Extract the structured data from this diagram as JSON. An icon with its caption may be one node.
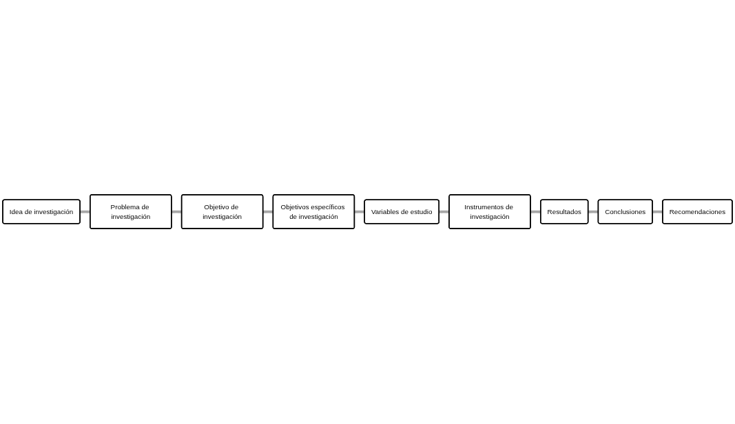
{
  "diagram": {
    "nodes": [
      {
        "text": [
          "Idea de investigación"
        ]
      },
      {
        "text": [
          "Problema de investigación"
        ]
      },
      {
        "text": [
          "Objetivo de investigación"
        ]
      },
      {
        "text": [
          "Objetivos específicos de investigación"
        ]
      },
      {
        "text": [
          "Variables de estudio"
        ]
      },
      {
        "text": [
          "Instrumentos de investigación"
        ]
      },
      {
        "text": [
          "Resultados"
        ]
      },
      {
        "text": [
          "Conclusiones"
        ]
      },
      {
        "text": [
          "Recomendaciones"
        ]
      }
    ],
    "edges": [
      {
        "from": 0,
        "to": 1,
        "arrow": "none"
      },
      {
        "from": 1,
        "to": 2,
        "arrow": "none"
      },
      {
        "from": 2,
        "to": 3,
        "arrow": "none"
      },
      {
        "from": 3,
        "to": 4,
        "arrow": "none"
      },
      {
        "from": 4,
        "to": 5,
        "arrow": "none"
      },
      {
        "from": 5,
        "to": 6,
        "arrow": "none"
      },
      {
        "from": 6,
        "to": 7,
        "arrow": "none"
      },
      {
        "from": 7,
        "to": 8,
        "arrow": "none"
      }
    ]
  }
}
